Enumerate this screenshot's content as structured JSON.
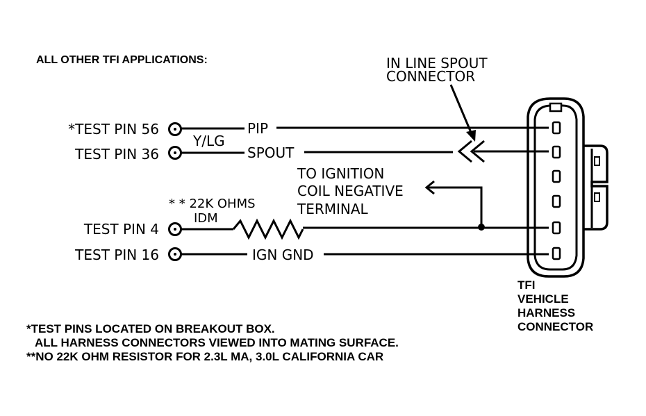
{
  "title": "ALL OTHER TFI APPLICATIONS:",
  "test_pins": [
    {
      "label": "*TEST PIN 56",
      "wire": "PIP"
    },
    {
      "label": "TEST PIN 36",
      "wire": "SPOUT"
    },
    {
      "label": "TEST PIN 4",
      "wire": "IDM"
    },
    {
      "label": "TEST PIN 16",
      "wire": "IGN GND"
    }
  ],
  "wire_color": "Y/LG",
  "resistor": {
    "label": "* * 22K OHMS"
  },
  "spout_connector": {
    "line1": "IN LINE SPOUT",
    "line2": "CONNECTOR"
  },
  "ignition": {
    "line1": "TO IGNITION",
    "line2": "COIL NEGATIVE",
    "line3": "TERMINAL"
  },
  "connector": {
    "line1": "TFI",
    "line2": "VEHICLE",
    "line3": "HARNESS",
    "line4": "CONNECTOR"
  },
  "footnotes": {
    "line1": "*TEST PINS LOCATED ON BREAKOUT BOX.",
    "line2": "ALL HARNESS CONNECTORS VIEWED INTO MATING SURFACE.",
    "line3": "**NO 22K OHM RESISTOR FOR 2.3L MA, 3.0L CALIFORNIA CAR"
  }
}
